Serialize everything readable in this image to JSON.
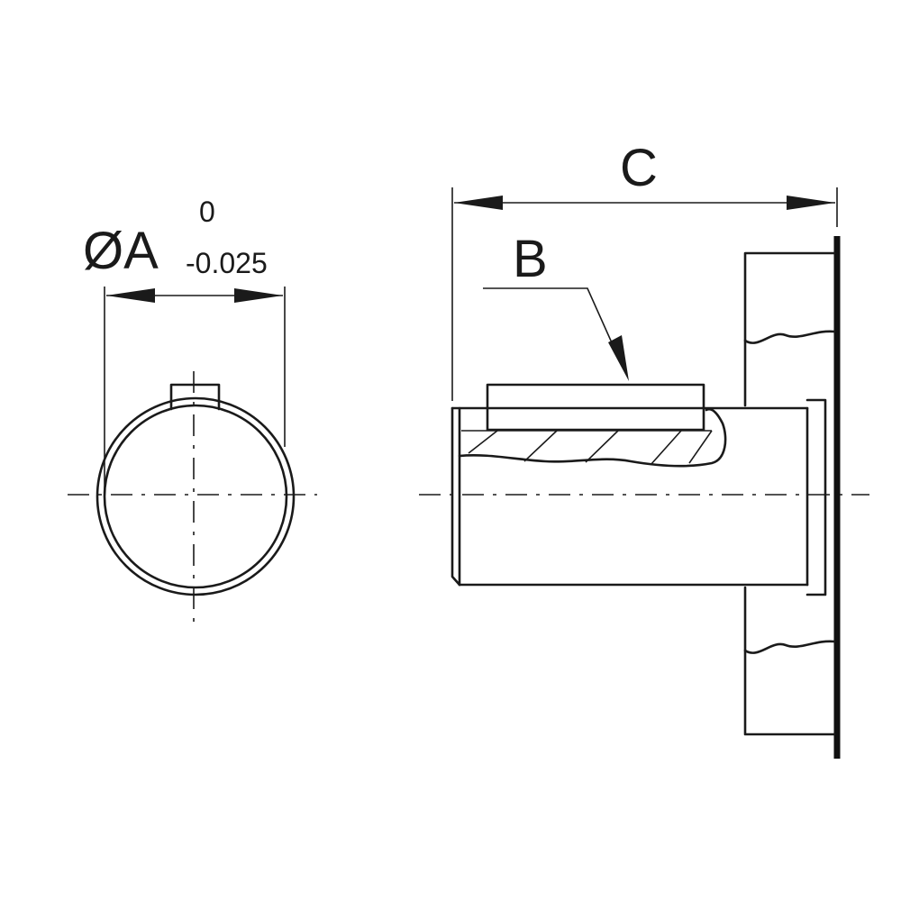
{
  "labels": {
    "diameter": "ØA",
    "tolerance_upper": "0",
    "tolerance_lower": "-0.025",
    "key_length": "B",
    "overall_length": "C"
  },
  "colors": {
    "line": "#1a1a1a",
    "background": "#ffffff"
  }
}
